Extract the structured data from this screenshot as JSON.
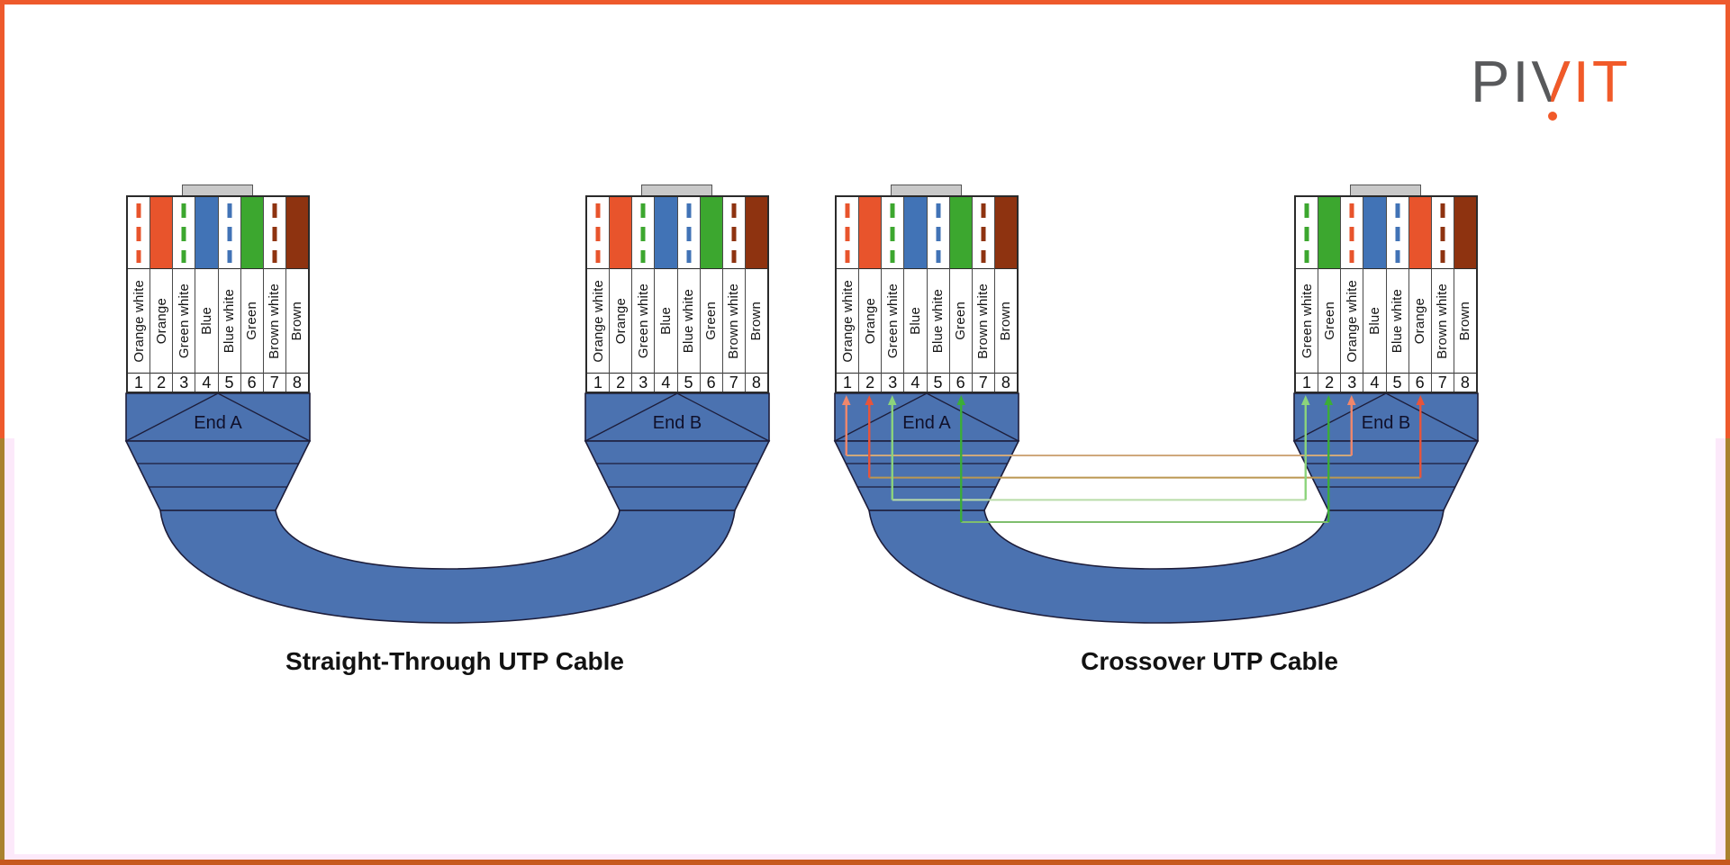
{
  "page": {
    "background": "#FFFFFF",
    "border": {
      "top_color": "#EE5A2C",
      "side_upper_color": "#EE5A2C",
      "side_lower_color": "#A9822F",
      "bottom_color": "#C7591E",
      "inner_tint_color": "#FCE9FA"
    }
  },
  "logo": {
    "pre": "PI",
    "v": "V",
    "post": "IT",
    "gray": "#58595B",
    "orange": "#F15A29"
  },
  "wire_colors": {
    "orange": "#E8542C",
    "green": "#3CA72F",
    "blue": "#4173B6",
    "brown": "#8E3310"
  },
  "cable": {
    "fill": "#4B72B0",
    "outline": "#1D1D3A",
    "clip_tab": "#C9C9C9"
  },
  "diagrams": [
    {
      "title": "Straight-Through UTP Cable",
      "ends": [
        {
          "label": "End A",
          "pins": [
            {
              "num": "1",
              "name": "Orange white",
              "base": "orange",
              "striped": true
            },
            {
              "num": "2",
              "name": "Orange",
              "base": "orange",
              "striped": false
            },
            {
              "num": "3",
              "name": "Green white",
              "base": "green",
              "striped": true
            },
            {
              "num": "4",
              "name": "Blue",
              "base": "blue",
              "striped": false
            },
            {
              "num": "5",
              "name": "Blue white",
              "base": "blue",
              "striped": true
            },
            {
              "num": "6",
              "name": "Green",
              "base": "green",
              "striped": false
            },
            {
              "num": "7",
              "name": "Brown white",
              "base": "brown",
              "striped": true
            },
            {
              "num": "8",
              "name": "Brown",
              "base": "brown",
              "striped": false
            }
          ]
        },
        {
          "label": "End B",
          "pins": [
            {
              "num": "1",
              "name": "Orange white",
              "base": "orange",
              "striped": true
            },
            {
              "num": "2",
              "name": "Orange",
              "base": "orange",
              "striped": false
            },
            {
              "num": "3",
              "name": "Green white",
              "base": "green",
              "striped": true
            },
            {
              "num": "4",
              "name": "Blue",
              "base": "blue",
              "striped": false
            },
            {
              "num": "5",
              "name": "Blue white",
              "base": "blue",
              "striped": true
            },
            {
              "num": "6",
              "name": "Green",
              "base": "green",
              "striped": false
            },
            {
              "num": "7",
              "name": "Brown white",
              "base": "brown",
              "striped": true
            },
            {
              "num": "8",
              "name": "Brown",
              "base": "brown",
              "striped": false
            }
          ]
        }
      ],
      "connections": []
    },
    {
      "title": "Crossover UTP Cable",
      "ends": [
        {
          "label": "End A",
          "pins": [
            {
              "num": "1",
              "name": "Orange white",
              "base": "orange",
              "striped": true
            },
            {
              "num": "2",
              "name": "Orange",
              "base": "orange",
              "striped": false
            },
            {
              "num": "3",
              "name": "Green white",
              "base": "green",
              "striped": true
            },
            {
              "num": "4",
              "name": "Blue",
              "base": "blue",
              "striped": false
            },
            {
              "num": "5",
              "name": "Blue white",
              "base": "blue",
              "striped": true
            },
            {
              "num": "6",
              "name": "Green",
              "base": "green",
              "striped": false
            },
            {
              "num": "7",
              "name": "Brown white",
              "base": "brown",
              "striped": true
            },
            {
              "num": "8",
              "name": "Brown",
              "base": "brown",
              "striped": false
            }
          ]
        },
        {
          "label": "End B",
          "pins": [
            {
              "num": "1",
              "name": "Green white",
              "base": "green",
              "striped": true
            },
            {
              "num": "2",
              "name": "Green",
              "base": "green",
              "striped": false
            },
            {
              "num": "3",
              "name": "Orange white",
              "base": "orange",
              "striped": true
            },
            {
              "num": "4",
              "name": "Blue",
              "base": "blue",
              "striped": false
            },
            {
              "num": "5",
              "name": "Blue white",
              "base": "blue",
              "striped": true
            },
            {
              "num": "6",
              "name": "Orange",
              "base": "orange",
              "striped": false
            },
            {
              "num": "7",
              "name": "Brown white",
              "base": "brown",
              "striped": true
            },
            {
              "num": "8",
              "name": "Brown",
              "base": "brown",
              "striped": false
            }
          ]
        }
      ],
      "connections": [
        {
          "from_pin": 1,
          "to_pin": 3,
          "line_color": "#CFA87C",
          "arrow_color": "#F0876C"
        },
        {
          "from_pin": 2,
          "to_pin": 6,
          "line_color": "#BB9852",
          "arrow_color": "#E8543A"
        },
        {
          "from_pin": 3,
          "to_pin": 1,
          "line_color": "#B9DCA9",
          "arrow_color": "#8CD47C"
        },
        {
          "from_pin": 6,
          "to_pin": 2,
          "line_color": "#7FBE6D",
          "arrow_color": "#3BAD38"
        }
      ]
    }
  ]
}
